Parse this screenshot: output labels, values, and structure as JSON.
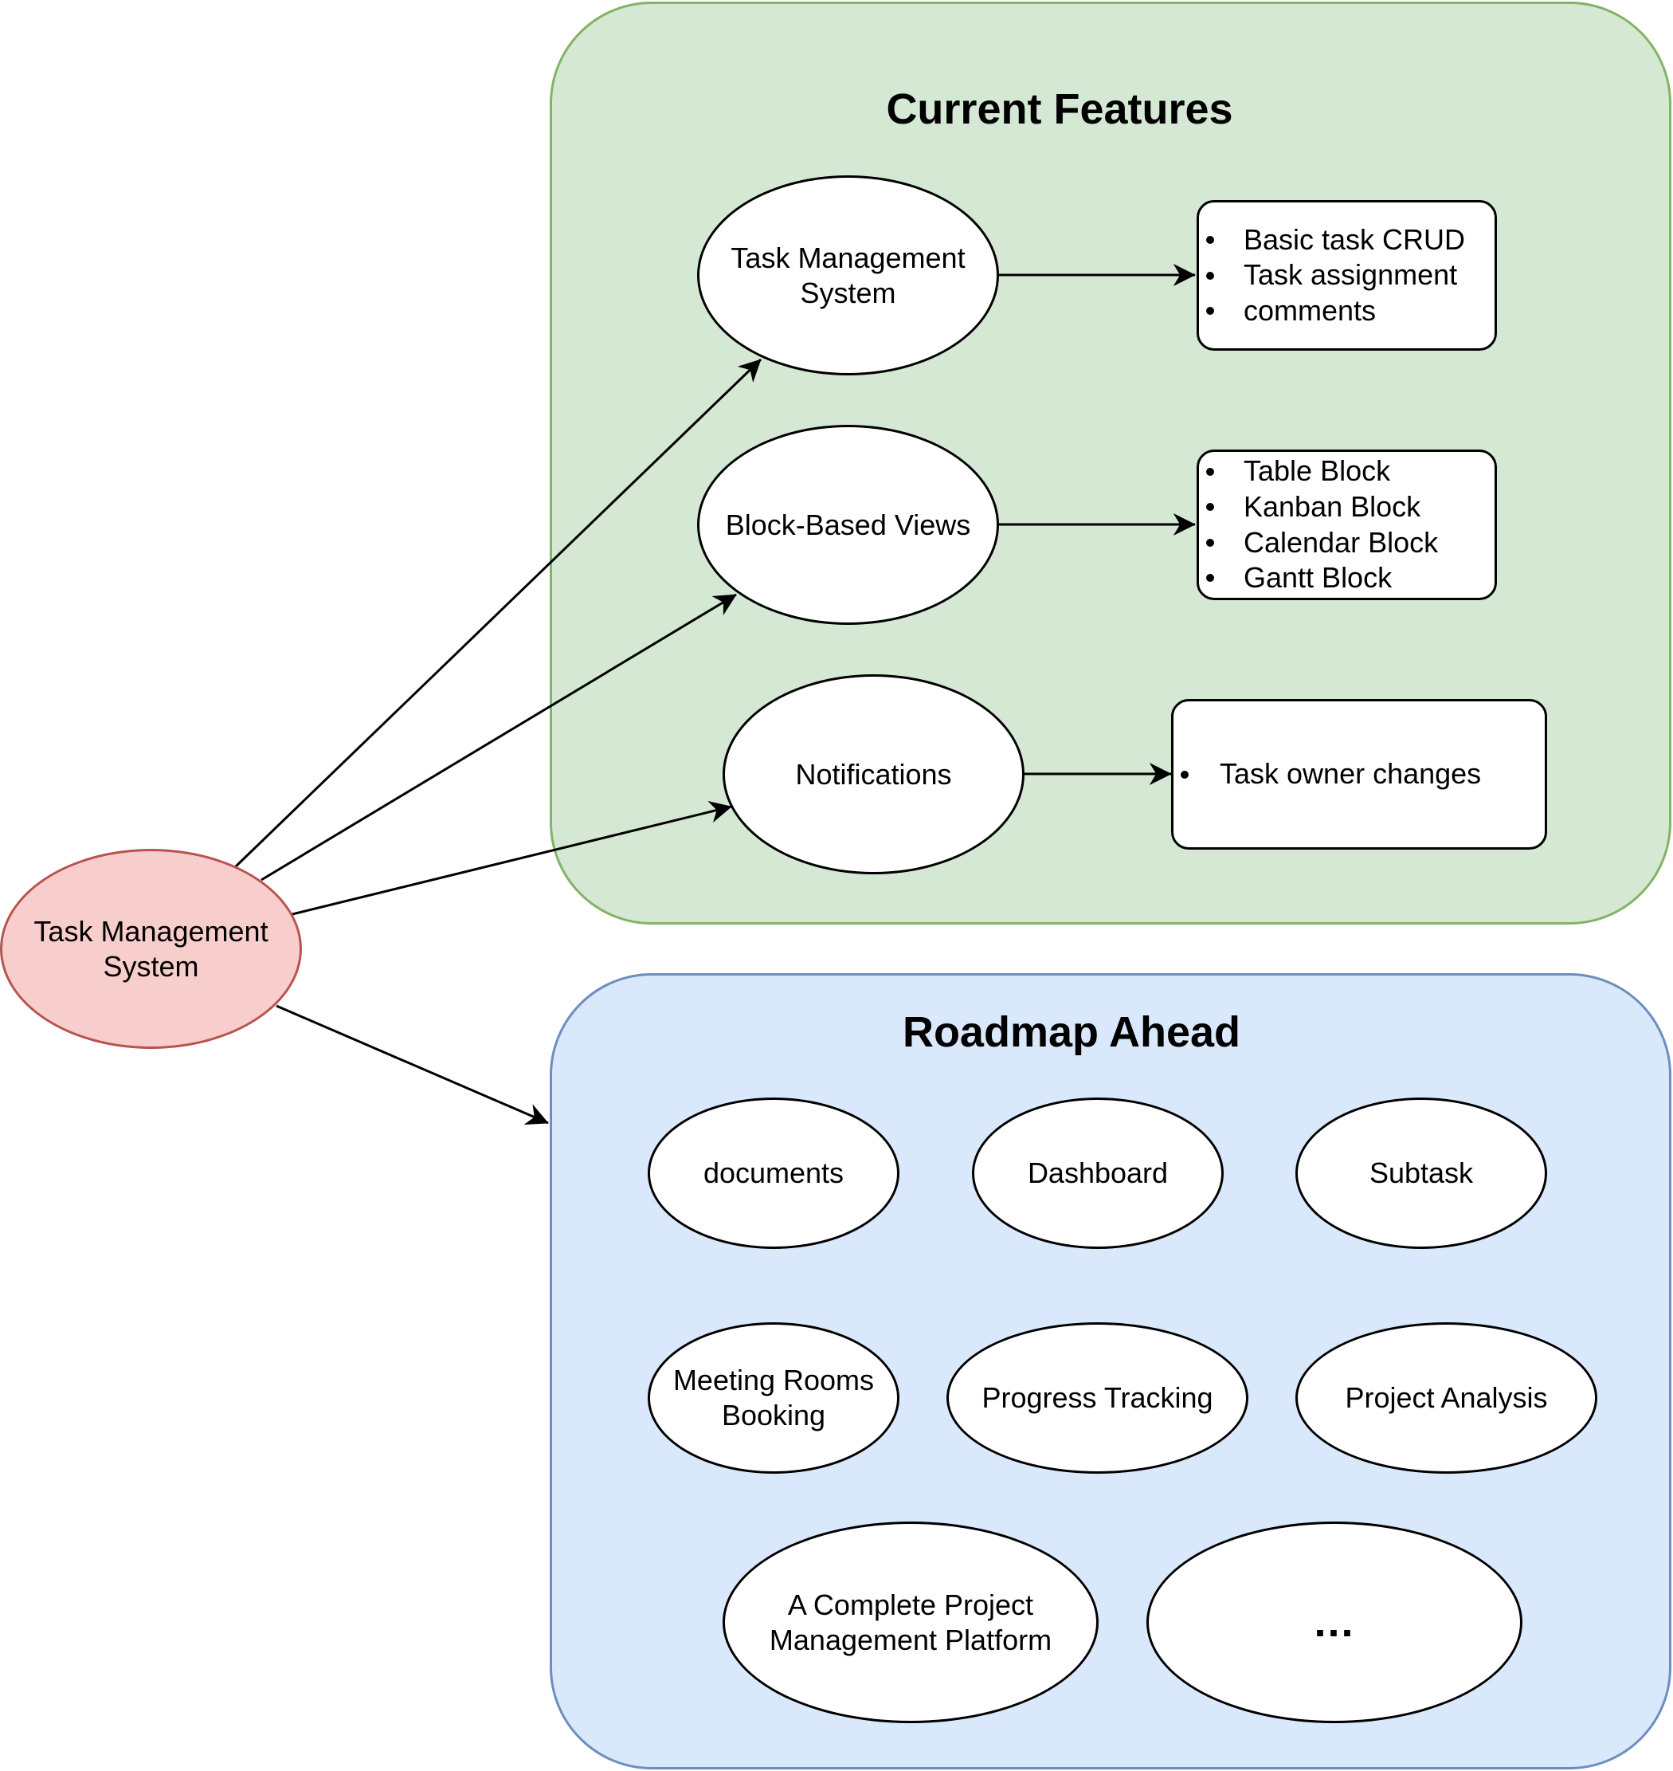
{
  "root": {
    "label": "Task Management\nSystem",
    "fill": "#f8cecc",
    "stroke": "#b85450"
  },
  "current_features": {
    "title": "Current Features",
    "fill": "#d5e8d4",
    "stroke": "#82b366",
    "features": [
      {
        "label": "Task Management\nSystem",
        "details": [
          "Basic task CRUD",
          "Task assignment",
          "comments"
        ]
      },
      {
        "label": "Block-Based Views",
        "details": [
          "Table Block",
          "Kanban Block",
          "Calendar Block",
          "Gantt Block"
        ]
      },
      {
        "label": "Notifications",
        "details": [
          "Task owner changes"
        ]
      }
    ]
  },
  "roadmap": {
    "title": "Roadmap Ahead",
    "fill": "#dae8fc",
    "stroke": "#6c8ebf",
    "items": [
      "documents",
      "Dashboard",
      "Subtask",
      "Meeting Rooms\nBooking",
      "Progress Tracking",
      "Project Analysis",
      "A Complete Project\nManagement Platform",
      "..."
    ]
  }
}
